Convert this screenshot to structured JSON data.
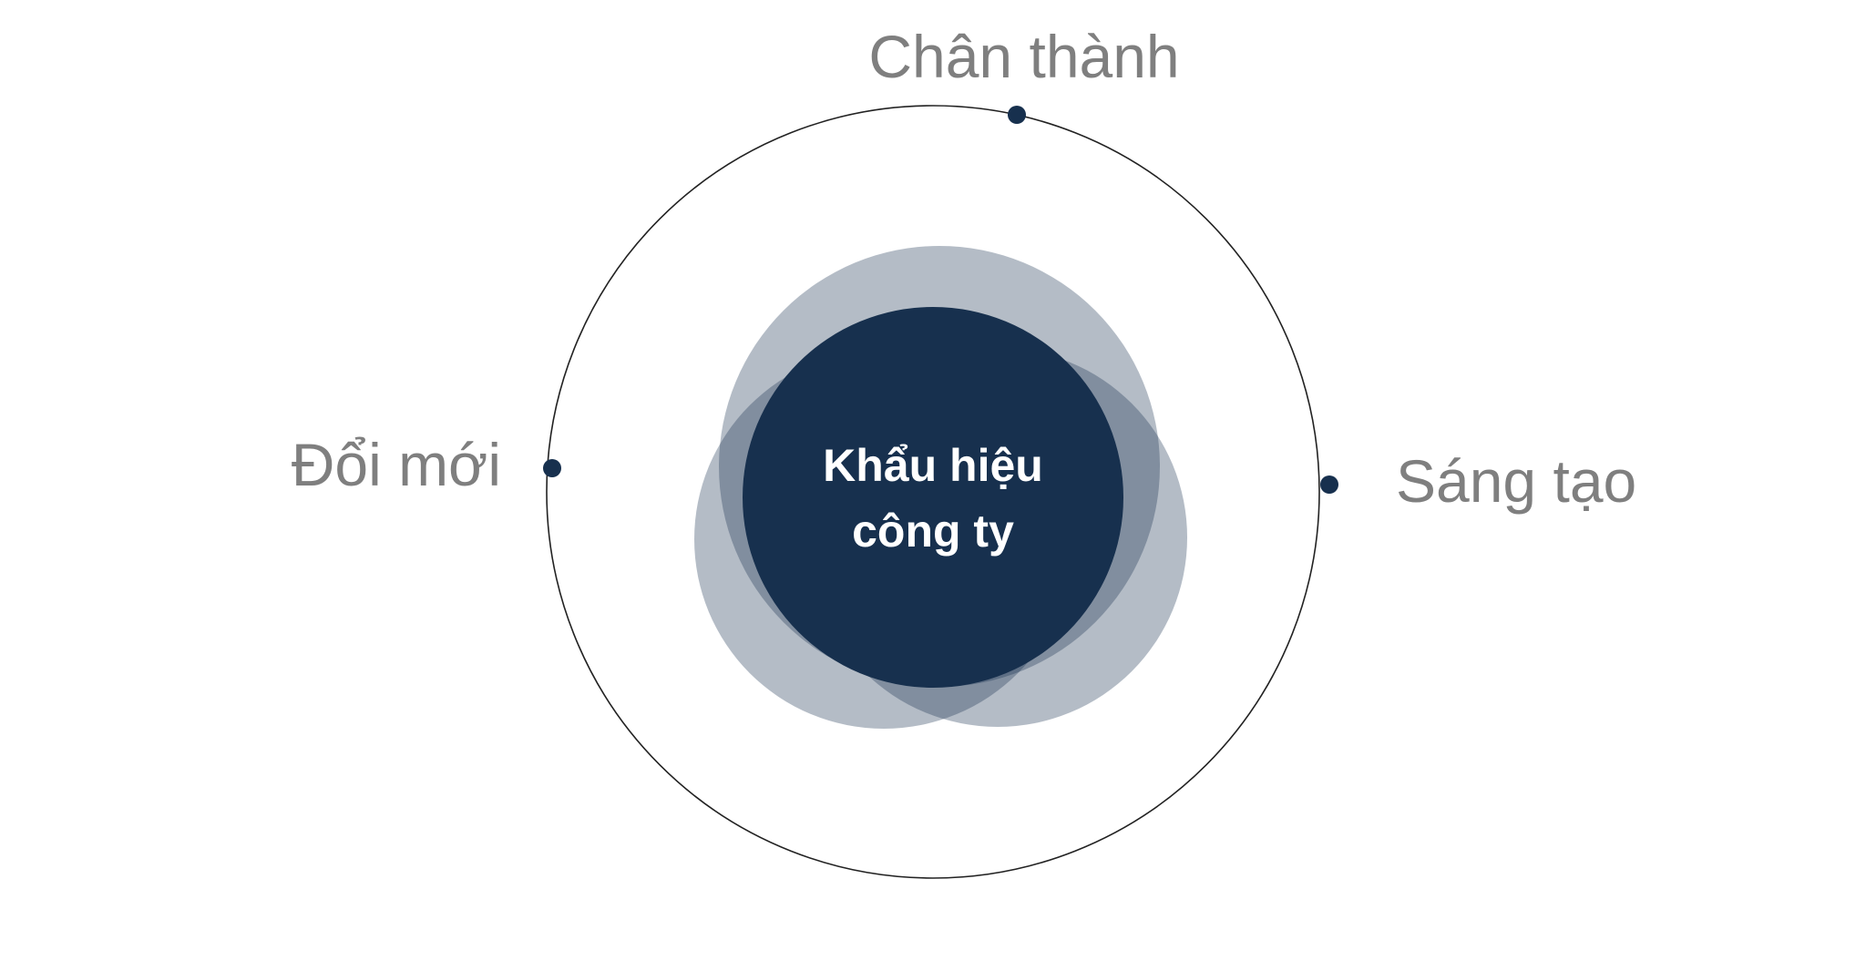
{
  "center": {
    "line1": "Khẩu hiệu",
    "line2": "công ty"
  },
  "values": {
    "top": "Chân thành",
    "left": "Đổi mới",
    "right": "Sáng tạo"
  },
  "colors": {
    "core": "#17304e",
    "petal": "#17304e",
    "ring": "#222222",
    "dot": "#17304e",
    "label": "#7f7f7f",
    "center_text": "#ffffff"
  }
}
